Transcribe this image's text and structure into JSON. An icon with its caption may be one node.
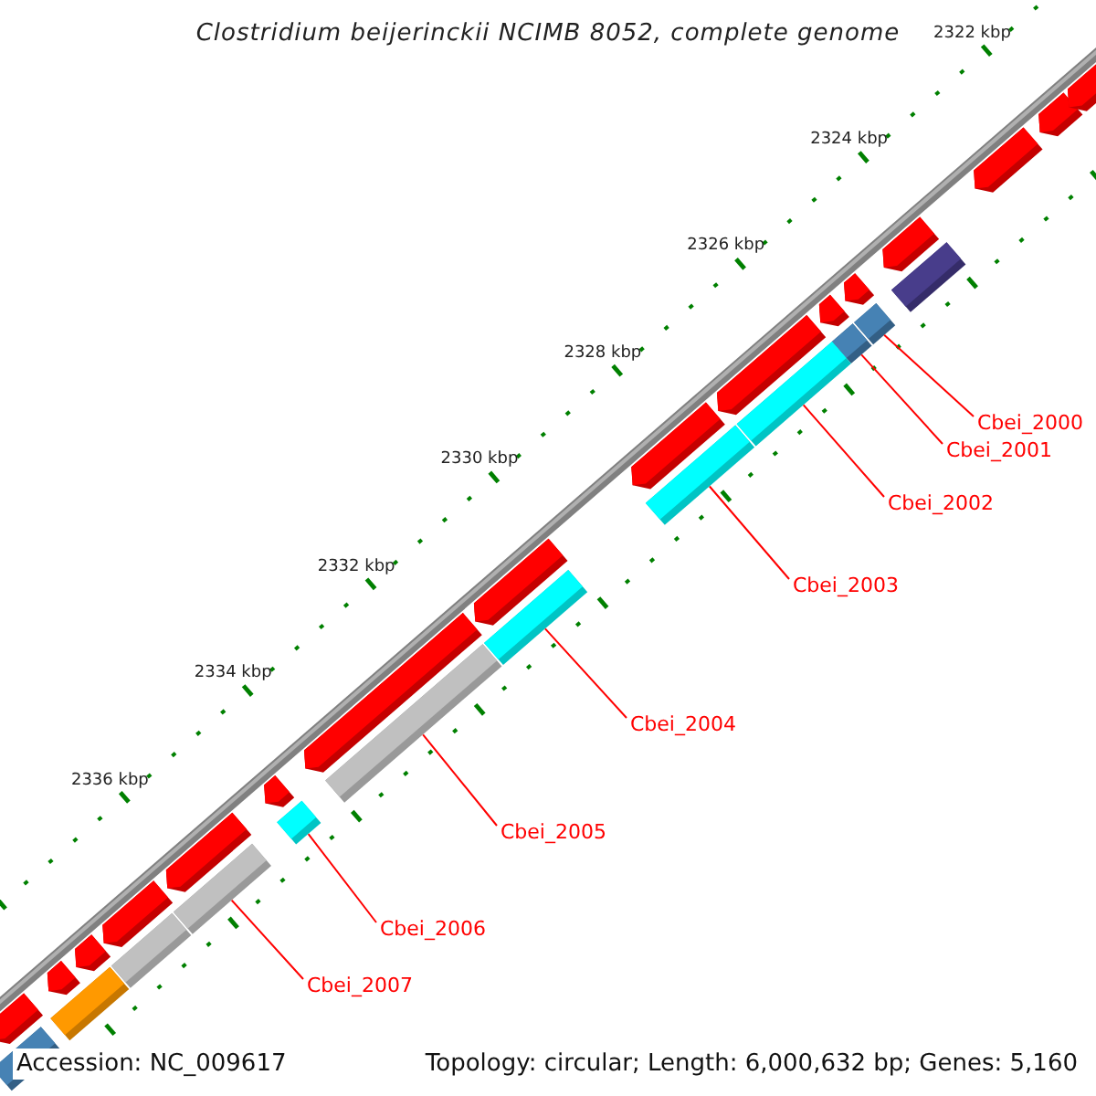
{
  "diagram": {
    "title": "Clostridium beijerinckii NCIMB 8052, complete genome",
    "nodes": [
      {
        "text": [
          "Cbei_2000"
        ]
      },
      {
        "text": [
          "Cbei_2001"
        ]
      },
      {
        "text": [
          "Cbei_2002"
        ]
      },
      {
        "text": [
          "Cbei_2003"
        ]
      },
      {
        "text": [
          "Cbei_2004"
        ]
      },
      {
        "text": [
          "Cbei_2005"
        ]
      },
      {
        "text": [
          "Cbei_2006"
        ]
      },
      {
        "text": [
          "Cbei_2007"
        ]
      },
      {
        "text": [],
        "shape": "bar"
      },
      {
        "text": [],
        "shape": "bar"
      },
      {
        "text": [],
        "shape": "bar"
      },
      {
        "text": [],
        "shape": "bar"
      },
      {
        "text": [],
        "shape": "bar"
      },
      {
        "text": [],
        "shape": "bar"
      },
      {
        "text": [],
        "shape": "bar"
      },
      {
        "text": [],
        "shape": "bar"
      }
    ],
    "edges": [
      {
        "from": 0,
        "to": 8,
        "arrow": "none"
      },
      {
        "from": 1,
        "to": 9,
        "arrow": "none"
      },
      {
        "from": 2,
        "to": 10,
        "arrow": "none"
      },
      {
        "from": 3,
        "to": 11,
        "arrow": "none"
      },
      {
        "from": 4,
        "to": 12,
        "arrow": "none"
      },
      {
        "from": 5,
        "to": 13,
        "arrow": "none"
      },
      {
        "from": 6,
        "to": 14,
        "arrow": "none"
      },
      {
        "from": 7,
        "to": 15,
        "arrow": "none"
      }
    ],
    "labels": [
      "2322 kbp",
      "2324 kbp",
      "2326 kbp",
      "2328 kbp",
      "2330 kbp",
      "2332 kbp",
      "2334 kbp",
      "2336 kbp",
      "Accession: NC_009617",
      "Topology: circular; Length: 6,000,632 bp; Genes: 5,160"
    ]
  }
}
